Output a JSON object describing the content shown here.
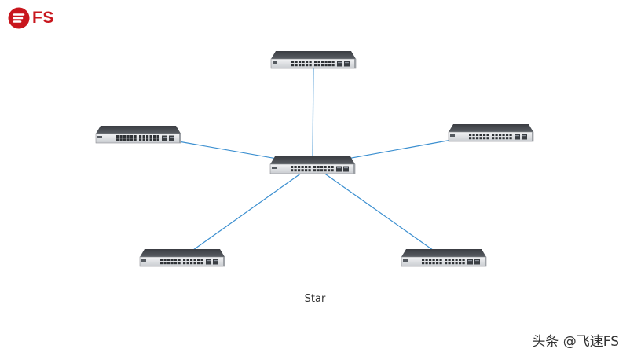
{
  "brand": {
    "name": "FS",
    "color": "#c8161d"
  },
  "diagram": {
    "caption": "Star",
    "link_color": "#3b8fd0",
    "hub": "switch-center",
    "nodes": [
      {
        "id": "switch-top",
        "kind": "switch"
      },
      {
        "id": "switch-left",
        "kind": "switch"
      },
      {
        "id": "switch-right",
        "kind": "switch"
      },
      {
        "id": "switch-center",
        "kind": "switch"
      },
      {
        "id": "switch-bottom-left",
        "kind": "switch"
      },
      {
        "id": "switch-bottom-right",
        "kind": "switch"
      }
    ],
    "links": [
      {
        "from": "switch-center",
        "to": "switch-top"
      },
      {
        "from": "switch-center",
        "to": "switch-left"
      },
      {
        "from": "switch-center",
        "to": "switch-right"
      },
      {
        "from": "switch-center",
        "to": "switch-bottom-left"
      },
      {
        "from": "switch-center",
        "to": "switch-bottom-right"
      }
    ]
  },
  "watermark": "头条 @飞速FS"
}
